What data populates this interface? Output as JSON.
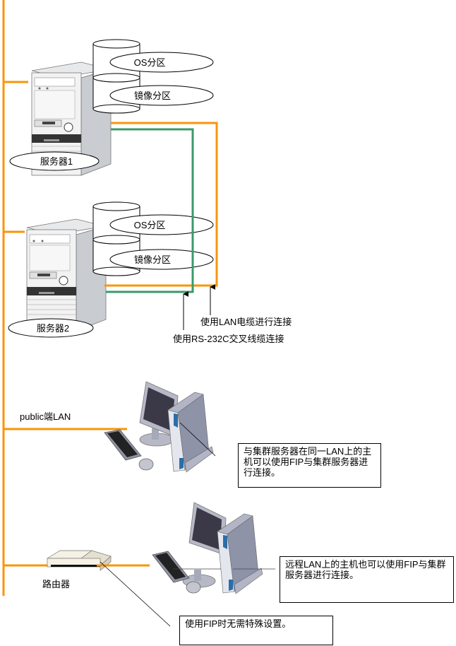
{
  "colors": {
    "lan_cable": "#f7960a",
    "rs232c_cable": "#3a9a6a",
    "server_body": "#f2f2f2",
    "server_side": "#c9ccd0",
    "pc_body": "#9a9eb3",
    "monitor_screen": "#3b3848"
  },
  "servers": [
    {
      "name": "服务器1",
      "partitions": [
        "OS分区",
        "镜像分区"
      ]
    },
    {
      "name": "服务器2",
      "partitions": [
        "OS分区",
        "镜像分区"
      ]
    }
  ],
  "cable_labels": {
    "lan_cable": "使用LAN电缆进行连接",
    "rs232c_cable": "使用RS-232C交叉线缆连接"
  },
  "network": {
    "public_lan_label": "public端LAN",
    "router_label": "路由器"
  },
  "callouts": {
    "local_host": "与集群服务器在同一LAN上的主机可以使用FIP与集群服务器进行连接。",
    "remote_host": "远程LAN上的主机也可以使用FIP与集群服务器进行连接。",
    "router_note": "使用FIP时无需特殊设置。"
  }
}
